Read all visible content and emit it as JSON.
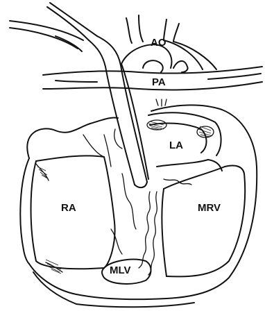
{
  "diagram": {
    "labels": {
      "ao": "AO",
      "pa": "PA",
      "la": "LA",
      "ra": "RA",
      "mrv": "MRV",
      "mlv": "MLV"
    }
  }
}
